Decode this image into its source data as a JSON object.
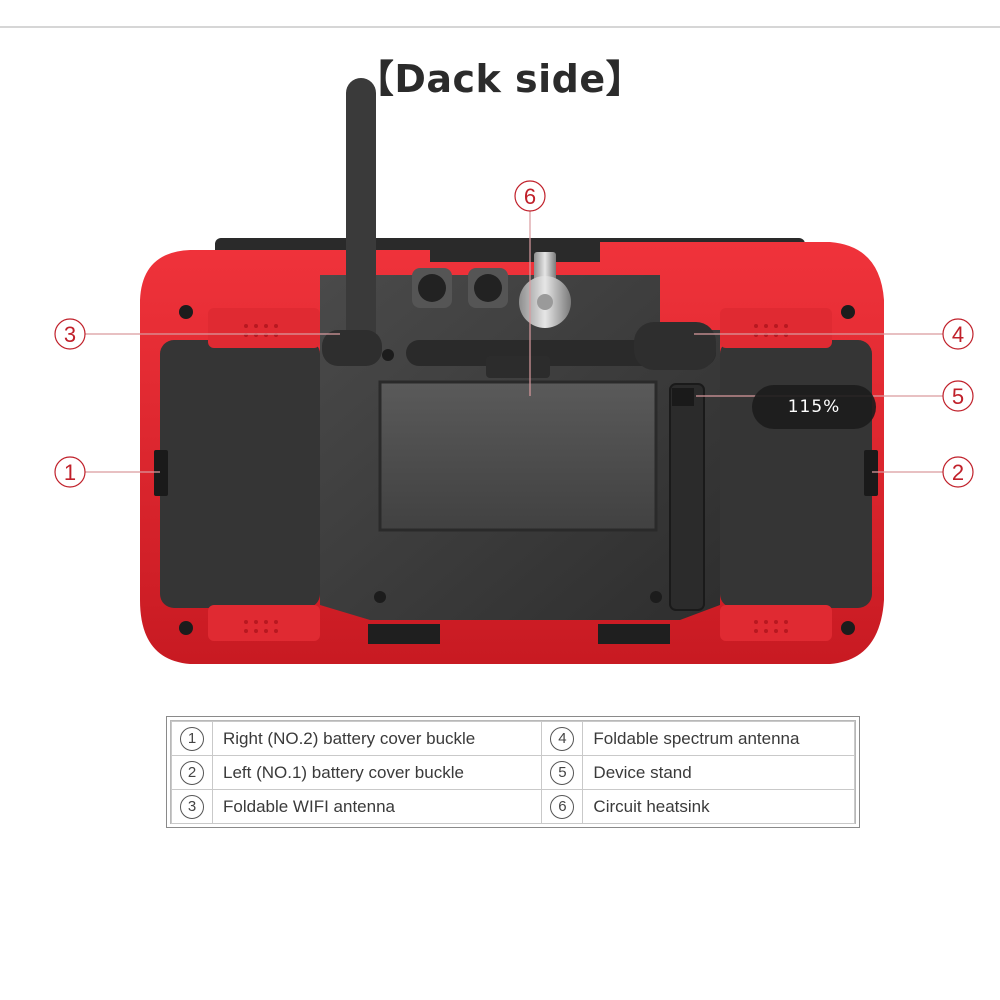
{
  "title": "【Dack side】",
  "zoom_badge": "115%",
  "callouts": [
    "1",
    "2",
    "3",
    "4",
    "5",
    "6"
  ],
  "legend": [
    {
      "left_num": "1",
      "left_text": "Right (NO.2) battery cover buckle",
      "right_num": "4",
      "right_text": "Foldable spectrum antenna"
    },
    {
      "left_num": "2",
      "left_text": "Left (NO.1) battery cover buckle",
      "right_num": "5",
      "right_text": "Device stand"
    },
    {
      "left_num": "3",
      "left_text": "Foldable WIFI antenna",
      "right_num": "6",
      "right_text": "Circuit heatsink"
    }
  ],
  "colors": {
    "device_red": "#e0232d",
    "callout": "#c0202a",
    "panel_dark": "#3b3b3b"
  }
}
